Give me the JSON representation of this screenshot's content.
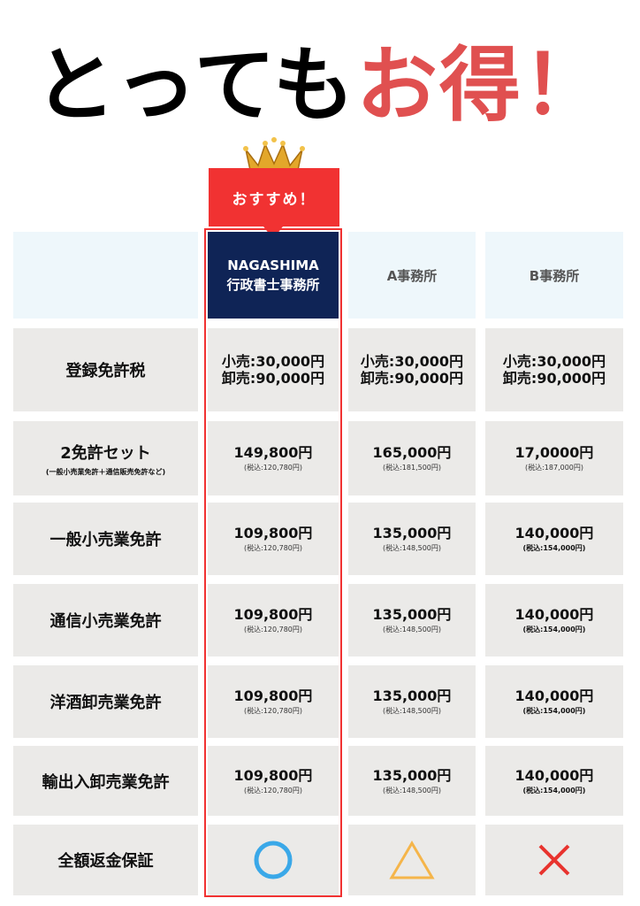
{
  "title": {
    "part1": "とっても",
    "part2": "お得！"
  },
  "badge": "おすすめ！",
  "columns": [
    "NAGASHIMA",
    "行政書士事務所",
    "A事務所",
    "B事務所"
  ],
  "rows": [
    {
      "label": "登録免許税",
      "cells": [
        {
          "p": "小売:30,000円",
          "t": "卸売:90,000円"
        },
        {
          "p": "小売:30,000円",
          "t": "卸売:90,000円"
        },
        {
          "p": "小売:30,000円",
          "t": "卸売:90,000円"
        }
      ]
    },
    {
      "label": "2免許セット",
      "sub": "(一般小売業免許＋通信販売免許など)",
      "cells": [
        {
          "p": "149,800円",
          "t": "(税込:120,780円)"
        },
        {
          "p": "165,000円",
          "t": "(税込:181,500円)"
        },
        {
          "p": "17,0000円",
          "t": "(税込:187,000円)"
        }
      ]
    },
    {
      "label": "一般小売業免許",
      "cells": [
        {
          "p": "109,800円",
          "t": "(税込:120,780円)"
        },
        {
          "p": "135,000円",
          "t": "(税込:148,500円)"
        },
        {
          "p": "140,000円",
          "t": "(税込:154,000円)"
        }
      ]
    },
    {
      "label": "通信小売業免許",
      "cells": [
        {
          "p": "109,800円",
          "t": "(税込:120,780円)"
        },
        {
          "p": "135,000円",
          "t": "(税込:148,500円)"
        },
        {
          "p": "140,000円",
          "t": "(税込:154,000円)"
        }
      ]
    },
    {
      "label": "洋酒卸売業免許",
      "cells": [
        {
          "p": "109,800円",
          "t": "(税込:120,780円)"
        },
        {
          "p": "135,000円",
          "t": "(税込:148,500円)"
        },
        {
          "p": "140,000円",
          "t": "(税込:154,000円)"
        }
      ]
    },
    {
      "label": "輸出入卸売業免許",
      "cells": [
        {
          "p": "109,800円",
          "t": "(税込:120,780円)"
        },
        {
          "p": "135,000円",
          "t": "(税込:148,500円)"
        },
        {
          "p": "140,000円",
          "t": "(税込:154,000円)"
        }
      ]
    }
  ],
  "guarantee": {
    "label": "全額返金保証",
    "icons": [
      "circle-icon",
      "triangle-icon",
      "cross-icon"
    ]
  },
  "colors": {
    "accent": "#e05050",
    "badge": "#f13232",
    "navy": "#0f2456",
    "circle": "#3aa8e8",
    "triangle": "#f5b54a",
    "cross": "#e8332e"
  }
}
